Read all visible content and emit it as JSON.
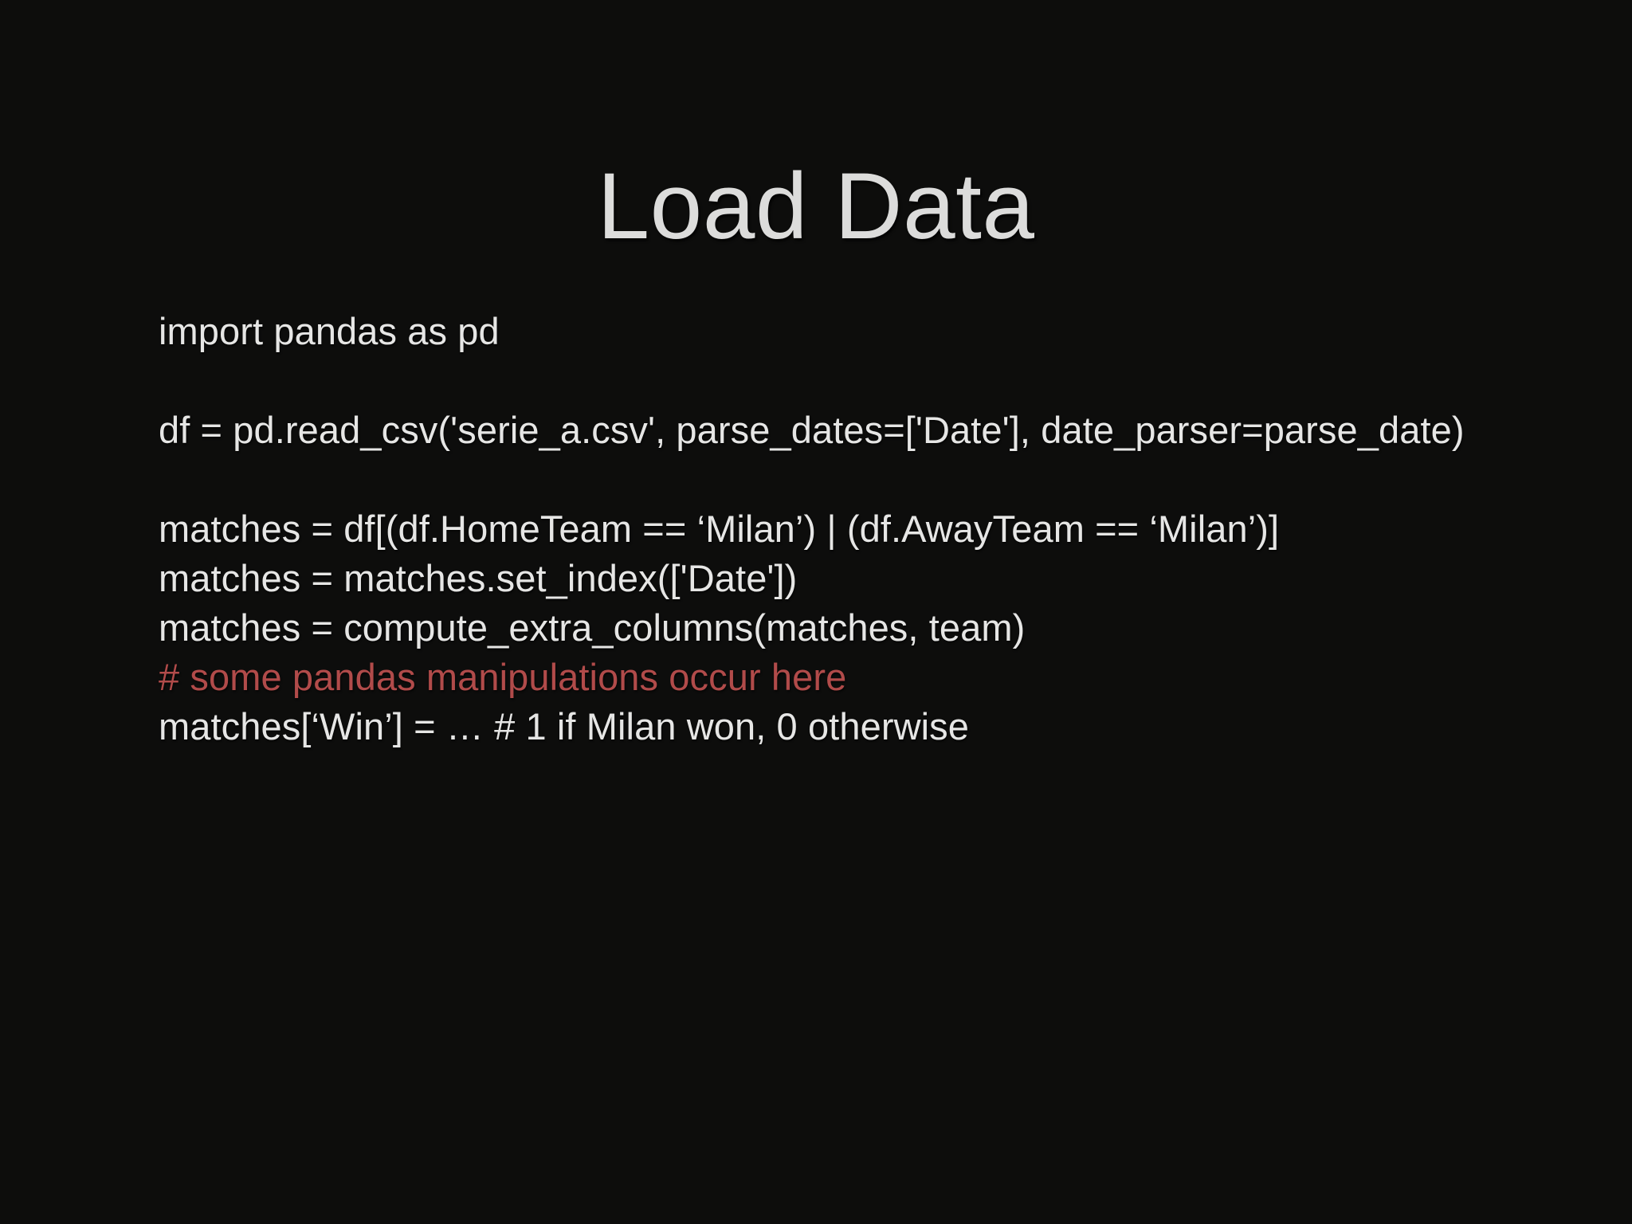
{
  "slide": {
    "title": "Load Data",
    "background_color": "#0d0d0c",
    "title_color": "#dcdcdb",
    "code_color": "#e6e6e5",
    "comment_color": "#b14b4a",
    "code_lines": [
      {
        "text": "import pandas as pd",
        "kind": "code"
      },
      {
        "text": " ",
        "kind": "blank"
      },
      {
        "text": "df = pd.read_csv('serie_a.csv', parse_dates=['Date'], date_parser=parse_date)",
        "kind": "code"
      },
      {
        "text": " ",
        "kind": "blank"
      },
      {
        "text": "matches = df[(df.HomeTeam == ‘Milan’) | (df.AwayTeam == ‘Milan’)]",
        "kind": "code"
      },
      {
        "text": "matches = matches.set_index(['Date'])",
        "kind": "code"
      },
      {
        "text": "matches = compute_extra_columns(matches, team)",
        "kind": "code"
      },
      {
        "text": "# some pandas manipulations occur here",
        "kind": "comment"
      },
      {
        "text": "matches[‘Win’] = … # 1 if Milan won, 0 otherwise",
        "kind": "code"
      }
    ]
  }
}
